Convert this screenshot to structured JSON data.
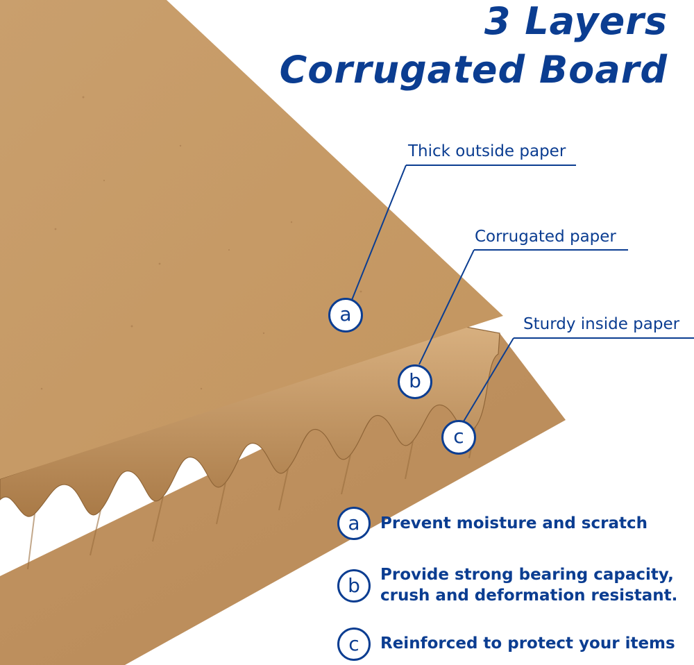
{
  "title": {
    "line1": "3 Layers",
    "line2": "Corrugated Board"
  },
  "callouts": [
    {
      "letter": "a",
      "label": "Thick outside paper"
    },
    {
      "letter": "b",
      "label": "Corrugated paper"
    },
    {
      "letter": "c",
      "label": "Sturdy inside paper"
    }
  ],
  "legend": [
    {
      "letter": "a",
      "lines": [
        "Prevent moisture and scratch"
      ]
    },
    {
      "letter": "b",
      "lines": [
        "Provide strong bearing capacity,",
        "crush and deformation resistant."
      ]
    },
    {
      "letter": "c",
      "lines": [
        "Reinforced to protect your items"
      ]
    }
  ],
  "colors": {
    "accent": "#0b3d91",
    "kraft": "#c49a68",
    "kraft_dark": "#a67848"
  }
}
